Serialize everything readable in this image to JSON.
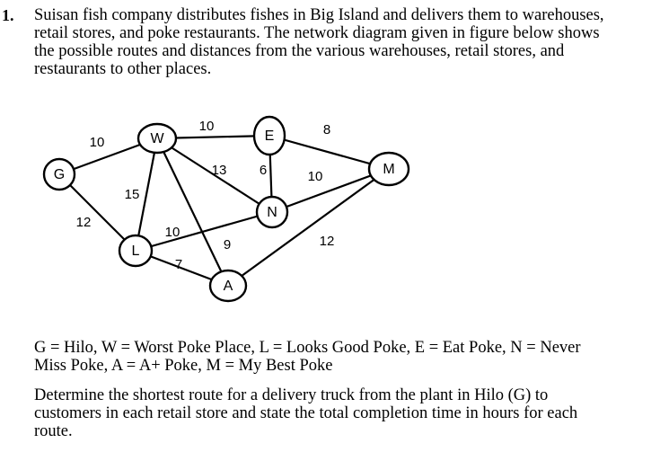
{
  "question": {
    "number": "1.",
    "intro_lines": [
      "Suisan fish company distributes fishes in Big Island and delivers them to warehouses,",
      "retail stores, and poke restaurants. The network diagram given in figure below shows",
      "the possible routes and distances from the various warehouses, retail stores, and",
      "restaurants to other places."
    ],
    "legend_lines": [
      "G = Hilo, W = Worst Poke Place, L = Looks Good Poke, E = Eat Poke, N = Never",
      "Miss Poke, A = A+ Poke, M = My Best Poke"
    ],
    "task_lines": [
      "Determine the shortest route for a delivery truck from the plant in Hilo (G) to",
      "customers in each retail store and state the total completion time in hours for each",
      "route."
    ]
  },
  "network": {
    "nodes": [
      {
        "id": "G",
        "label": "G"
      },
      {
        "id": "W",
        "label": "W"
      },
      {
        "id": "E",
        "label": "E"
      },
      {
        "id": "M",
        "label": "M"
      },
      {
        "id": "N",
        "label": "N"
      },
      {
        "id": "L",
        "label": "L"
      },
      {
        "id": "A",
        "label": "A"
      }
    ],
    "edges": [
      {
        "from": "G",
        "to": "W",
        "weight": "10"
      },
      {
        "from": "G",
        "to": "L",
        "weight": "12"
      },
      {
        "from": "W",
        "to": "E",
        "weight": "10"
      },
      {
        "from": "W",
        "to": "N",
        "weight": "13"
      },
      {
        "from": "W",
        "to": "L",
        "weight": "15"
      },
      {
        "from": "W",
        "to": "A",
        "weight": "9"
      },
      {
        "from": "E",
        "to": "M",
        "weight": "8"
      },
      {
        "from": "E",
        "to": "N",
        "weight": "6"
      },
      {
        "from": "N",
        "to": "M",
        "weight": "10"
      },
      {
        "from": "N",
        "to": "L",
        "weight": "10"
      },
      {
        "from": "L",
        "to": "A",
        "weight": "7"
      },
      {
        "from": "A",
        "to": "M",
        "weight": "12"
      }
    ]
  }
}
